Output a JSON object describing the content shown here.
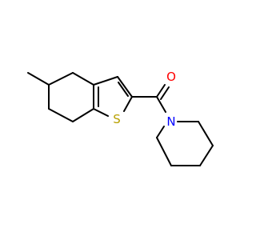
{
  "molecule": {
    "atoms": {
      "S": {
        "label": "S",
        "color": "#b8a000"
      },
      "O": {
        "label": "O",
        "color": "#ff0000"
      },
      "N": {
        "label": "N",
        "color": "#0000ff"
      }
    }
  },
  "colors": {
    "bond": "#000000",
    "background": "#ffffff"
  }
}
